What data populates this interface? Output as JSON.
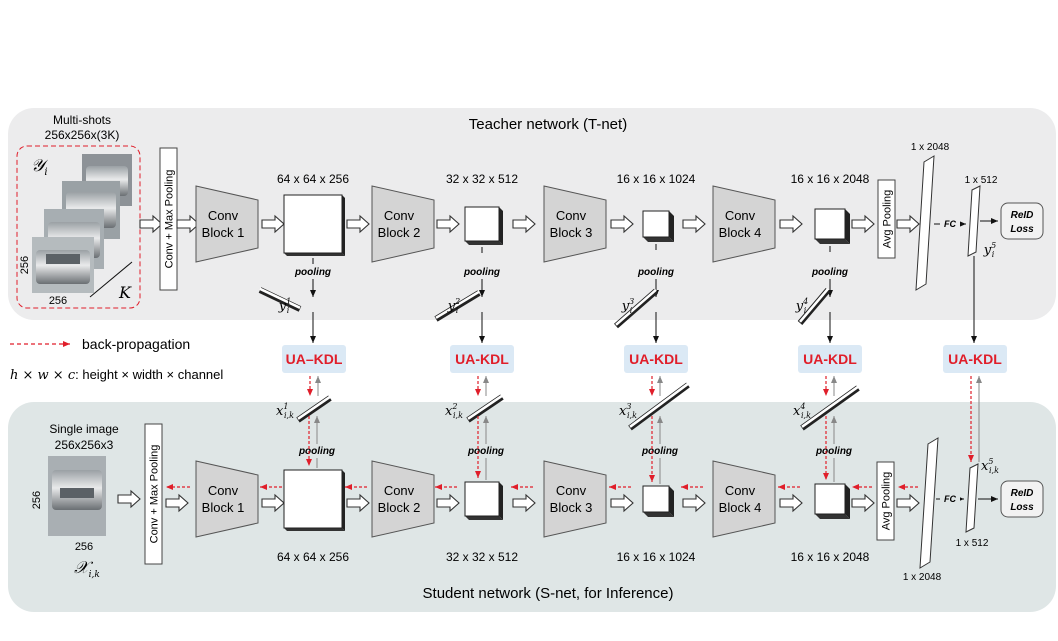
{
  "teacher": {
    "title": "Teacher network (T-net)",
    "input_title": "Multi-shots",
    "input_size": "256x256x(3K)",
    "input_symbol": "𝒴",
    "input_symbol_sub": "i",
    "dim_256_v": "256",
    "dim_256_h": "256",
    "k_label": "K",
    "conv_pool": "Conv + Max Pooling",
    "blocks": [
      {
        "line1": "Conv",
        "line2": "Block 1",
        "size": "64 x 64 x 256",
        "feat": "y",
        "sup": "1"
      },
      {
        "line1": "Conv",
        "line2": "Block 2",
        "size": "32 x 32 x 512",
        "feat": "y",
        "sup": "2"
      },
      {
        "line1": "Conv",
        "line2": "Block 3",
        "size": "16 x 16 x 1024",
        "feat": "y",
        "sup": "3"
      },
      {
        "line1": "Conv",
        "line2": "Block 4",
        "size": "16 x 16 x 2048",
        "feat": "y",
        "sup": "4"
      }
    ],
    "avg_pool": "Avg Pooling",
    "fc": "FC",
    "fc_in": "1 x 2048",
    "fc_out": "1 x 512",
    "feat5_sup": "5",
    "loss_line1": "ReID",
    "loss_line2": "Loss"
  },
  "student": {
    "title": "Student network (S-net, for Inference)",
    "input_title": "Single image",
    "input_size": "256x256x3",
    "dim_256_v": "256",
    "dim_256_h": "256",
    "conv_pool": "Conv + Max Pooling",
    "blocks": [
      {
        "line1": "Conv",
        "line2": "Block 1",
        "size": "64 x 64 x 256",
        "sup": "1"
      },
      {
        "line1": "Conv",
        "line2": "Block 2",
        "size": "32 x 32 x 512",
        "sup": "2"
      },
      {
        "line1": "Conv",
        "line2": "Block 3",
        "size": "16 x 16 x 1024",
        "sup": "3"
      },
      {
        "line1": "Conv",
        "line2": "Block 4",
        "size": "16 x 16 x 2048",
        "sup": "4"
      }
    ],
    "avg_pool": "Avg Pooling",
    "fc": "FC",
    "fc_in": "1 x 2048",
    "fc_out": "1 x 512",
    "feat5_sup": "5",
    "feat_sub": "i,k",
    "loss_line1": "ReID",
    "loss_line2": "Loss"
  },
  "pooling_label": "pooling",
  "kdl_label": "UA-KDL",
  "kdl_label_first": "UA–KDL",
  "legend": {
    "backprop": "back-propagation",
    "dims_prefix": "h × w × c",
    "dims_text": ": height × width × channel"
  },
  "colors": {
    "teacher_bg": "#ececed",
    "student_bg": "#dfe6e6",
    "kdl_bg": "#dbe9f5",
    "kdl_text": "#e01e2a",
    "backprop": "#e01e2a"
  }
}
